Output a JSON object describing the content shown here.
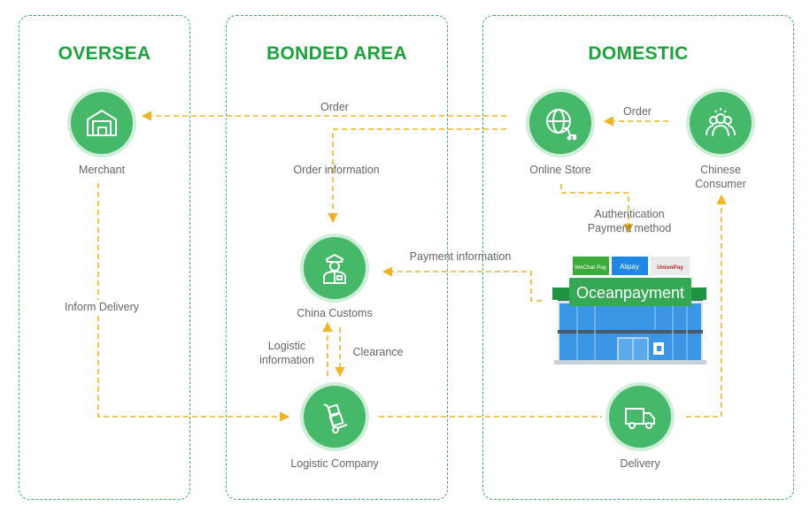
{
  "zones": {
    "oversea": "OVERSEA",
    "bonded": "BONDED AREA",
    "domestic": "DOMESTIC"
  },
  "nodes": {
    "merchant": "Merchant",
    "online_store": "Online Store",
    "chinese_consumer": [
      "Chinese",
      "Consumer"
    ],
    "china_customs": "China Customs",
    "logistic_company": "Logistic Company",
    "delivery": "Delivery"
  },
  "edges": {
    "order_to_merchant": "Order",
    "order_from_consumer": "Order",
    "order_information": "Order information",
    "payment_information": "Payment information",
    "auth_payment": [
      "Authentication",
      "Payment method"
    ],
    "logistic_information": [
      "Logistic",
      "information"
    ],
    "clearance": "Clearance",
    "inform_delivery": "Inform Delivery"
  },
  "payment_providers": [
    "WeChat Pay",
    "Alipay",
    "UnionPay"
  ],
  "brand": {
    "name": "Oceanpayment"
  },
  "colors": {
    "green": "#45b86a",
    "title_green": "#1aa33a",
    "arrow": "#f0b429",
    "label": "#666666"
  }
}
